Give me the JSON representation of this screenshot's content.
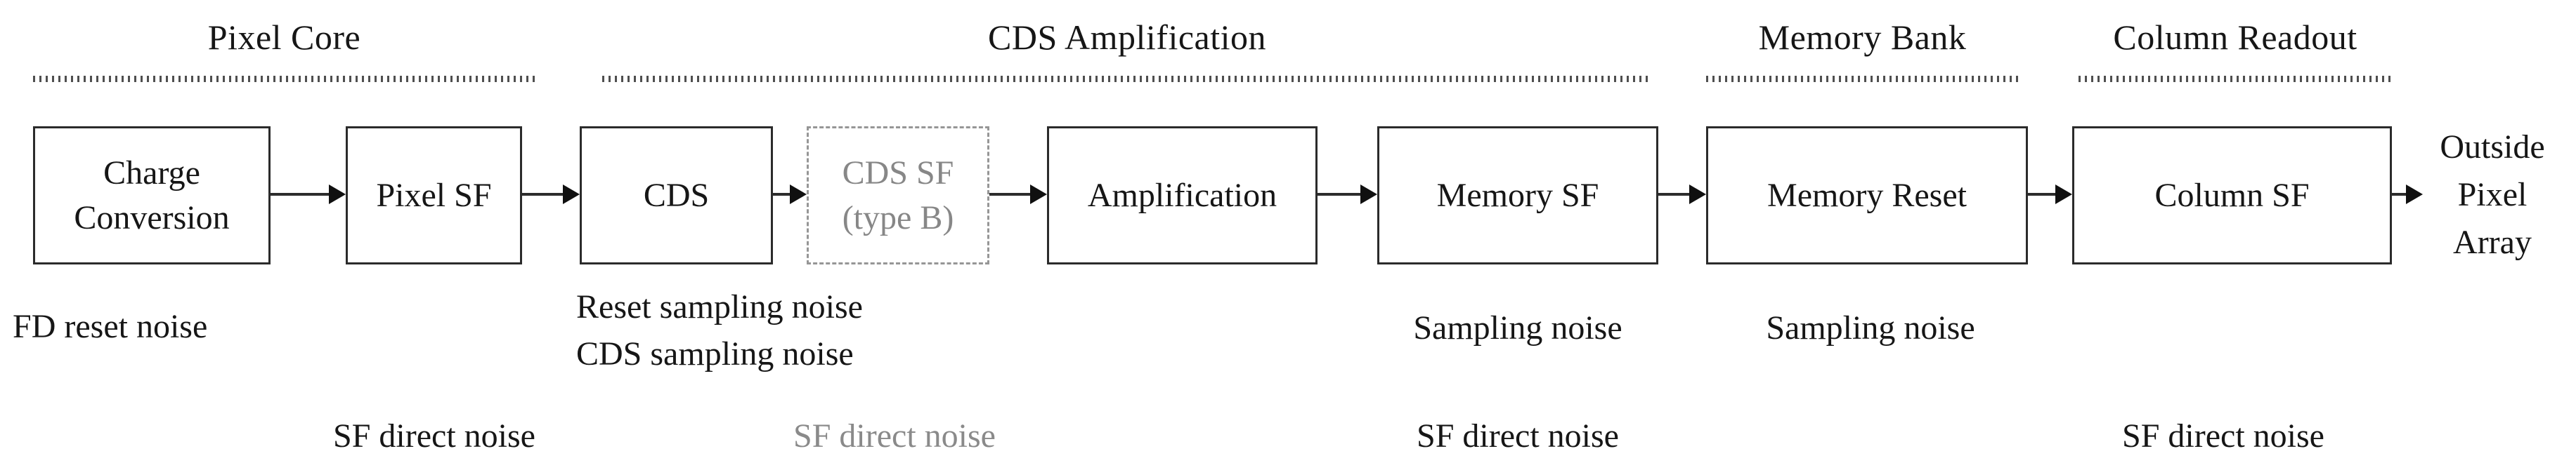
{
  "diagram": {
    "sections": [
      {
        "title": "Pixel Core"
      },
      {
        "title": "CDS Amplification"
      },
      {
        "title": "Memory Bank"
      },
      {
        "title": "Column Readout"
      }
    ],
    "blocks": [
      {
        "label": "Charge Conversion",
        "variant": "solid"
      },
      {
        "label": "Pixel SF",
        "variant": "solid"
      },
      {
        "label": "CDS",
        "variant": "solid"
      },
      {
        "label": "CDS SF",
        "sublabel": "(type B)",
        "variant": "dashed"
      },
      {
        "label": "Amplification",
        "variant": "solid"
      },
      {
        "label": "Memory SF",
        "variant": "solid"
      },
      {
        "label": "Memory Reset",
        "variant": "solid"
      },
      {
        "label": "Column SF",
        "variant": "solid"
      }
    ],
    "output": {
      "line1": "Outside",
      "line2": "Pixel",
      "line3": "Array"
    },
    "noise": {
      "fd_reset": "FD reset noise",
      "cds_line1": "Reset sampling noise",
      "cds_line2": "CDS sampling noise",
      "memory_sf_sampling": "Sampling noise",
      "memory_reset_sampling": "Sampling noise",
      "pixel_sf_direct": "SF direct noise",
      "cds_sf_direct": "SF direct noise",
      "memory_sf_direct": "SF direct noise",
      "column_sf_direct": "SF direct noise"
    },
    "colors": {
      "text": "#161616",
      "box_border": "#2b2b2b",
      "dashed_border": "#969696",
      "muted_text": "#8a8a8a",
      "dotted_divider": "#4f4f4f",
      "background": "#ffffff"
    }
  }
}
